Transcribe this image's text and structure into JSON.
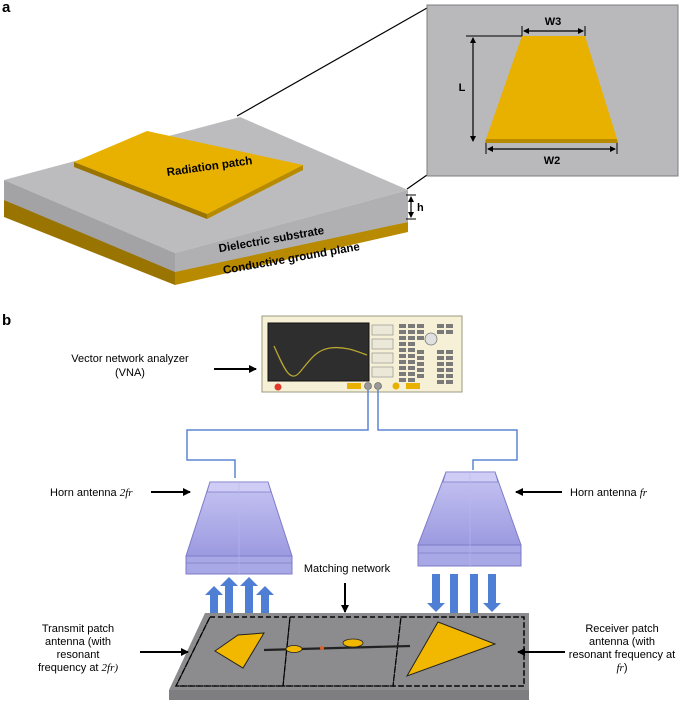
{
  "panel_a": {
    "label": "a",
    "patch_label": "Radiation patch",
    "substrate_label": "Dielectric substrate",
    "ground_label": "Conductive ground plane",
    "height_label": "h",
    "inset": {
      "w3": "W3",
      "l": "L",
      "w2": "W2"
    }
  },
  "panel_b": {
    "label": "b",
    "vna_label_line1": "Vector network analyzer",
    "vna_label_line2": "(VNA)",
    "horn_left_prefix": "Horn antenna ",
    "horn_left_freq": "2fr",
    "horn_right_prefix": "Horn antenna ",
    "horn_right_freq": "fr",
    "matching_label": "Matching network",
    "transmit_lines": [
      "Transmit patch",
      "antenna (with",
      "resonant",
      "frequency at "
    ],
    "transmit_freq": "2fr)",
    "receiver_lines": [
      "Receiver patch",
      "antenna (with",
      "resonant frequency at"
    ],
    "receiver_freq": "fr",
    "receiver_close": ")"
  },
  "colors": {
    "gold": "#e8b100",
    "substrate_top": "#b9b9bb",
    "substrate_side": "#9c9c9e",
    "ground": "#9a7400",
    "horn": "#a9a8e6",
    "cable": "#5b86d6",
    "arrow_blue": "#4f7fd4"
  }
}
